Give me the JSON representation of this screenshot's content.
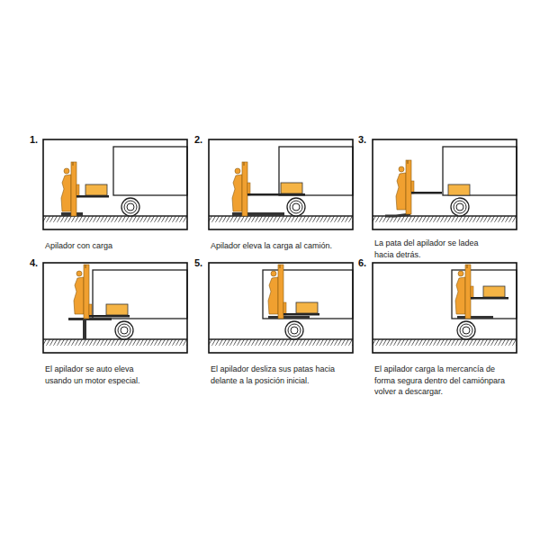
{
  "diagram": {
    "labels": [
      "1.",
      "Apilador con carga",
      "2.",
      "Apilador eleva la carga al camión.",
      "3.",
      "La pata del apilador se ladea hacia detrás.",
      "4.",
      "El apilador se auto eleva usando un motor especial.",
      "5.",
      "El apilador desliza sus patas hacia delante a la posición inicial.",
      "6.",
      "El apilador carga la mercancía de forma segura dentro del camiónpara volver a descargar."
    ]
  }
}
